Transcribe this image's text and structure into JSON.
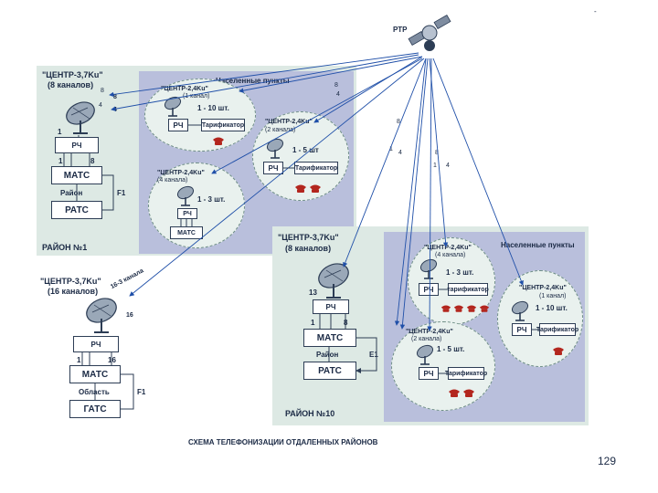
{
  "page": {
    "corner_mark": "-",
    "caption": "СХЕМА ТЕЛЕФОНИЗАЦИИ ОТДАЛЕННЫХ РАЙОНОВ",
    "page_number": "129"
  },
  "satellite": {
    "label": "РТР"
  },
  "uplink_marks": [
    "8",
    "4",
    "8",
    "4",
    "8",
    "4",
    "1",
    "8",
    "1",
    "4"
  ],
  "district1": {
    "station_title": "\"ЦЕНТР-3,7Ku\"",
    "station_channels": "(8 каналов)",
    "rc": "РЧ",
    "num_1": "1",
    "num_1b": "1",
    "num_8": "8",
    "mats": "МАТС",
    "rayon": "Район",
    "f1": "F1",
    "rats": "РАТС",
    "footer": "РАЙОН №1",
    "settlements_title": "Населенные пункты",
    "link_a": "8",
    "link_b": "4",
    "single": {
      "title": "\"ЦЕНТР-2,4Ku\"",
      "channels": "(1 канал)",
      "count": "1 - 10 шт.",
      "rc": "РЧ",
      "tarif": "Тарификатор"
    },
    "two": {
      "title": "\"ЦЕНТР-2,4Ku\"",
      "channels": "(2 канала)",
      "count": "1 - 5 шт",
      "rc": "РЧ",
      "tarif": "Тарификатор"
    },
    "four": {
      "title": "\"ЦЕНТР-2,4Ku\"",
      "channels": "(4 канала)",
      "count": "1 - 3 шт.",
      "rc": "РЧ",
      "mats": "МАТС"
    }
  },
  "oblast": {
    "station_title": "\"ЦЕНТР-3,7Ku\"",
    "station_channels": "(16 каналов)",
    "link_a": "16-3 канала",
    "link_b": "16",
    "rc": "РЧ",
    "num_1": "1",
    "num_16": "16",
    "mats": "МАТС",
    "oblast": "Область",
    "f1": "F1",
    "gats": "ГАТС"
  },
  "district10": {
    "station_title": "\"ЦЕНТР-3,7Ku\"",
    "station_channels": "(8 каналов)",
    "num_13": "13",
    "rc": "РЧ",
    "num_1": "1",
    "num_8": "8",
    "mats": "МАТС",
    "rayon": "Район",
    "e1": "E1",
    "rats": "РАТС",
    "footer": "РАЙОН №10",
    "settlements_title": "Населенные пункты",
    "four": {
      "title": "\"ЦЕНТР-2,4Ku\"",
      "channels": "(4 канала)",
      "count": "1 - 3 шт.",
      "rc": "РЧ",
      "tarif": "тарификатор"
    },
    "single": {
      "title": "\"ЦЕНТР-2,4Ku\"",
      "channels": "(1 канал)",
      "count": "1 - 10 шт.",
      "rc": "РЧ",
      "tarif": "Тарификатор"
    },
    "two": {
      "title": "\"ЦЕНТР-2,4Ku\"",
      "channels": "(2 канала)",
      "count": "1 - 5 шт.",
      "rc": "РЧ",
      "tarif": "Тарификатор"
    }
  },
  "colors": {
    "panel": "#dde9e4",
    "lavender": "#b9bfdc",
    "ellipse": "#e9f1ee",
    "line": "#2d3d55",
    "link": "#1f4fa8",
    "phone": "#b3261e"
  },
  "icons": [
    "satellite-icon",
    "dish-antenna-icon",
    "telephone-icon"
  ]
}
